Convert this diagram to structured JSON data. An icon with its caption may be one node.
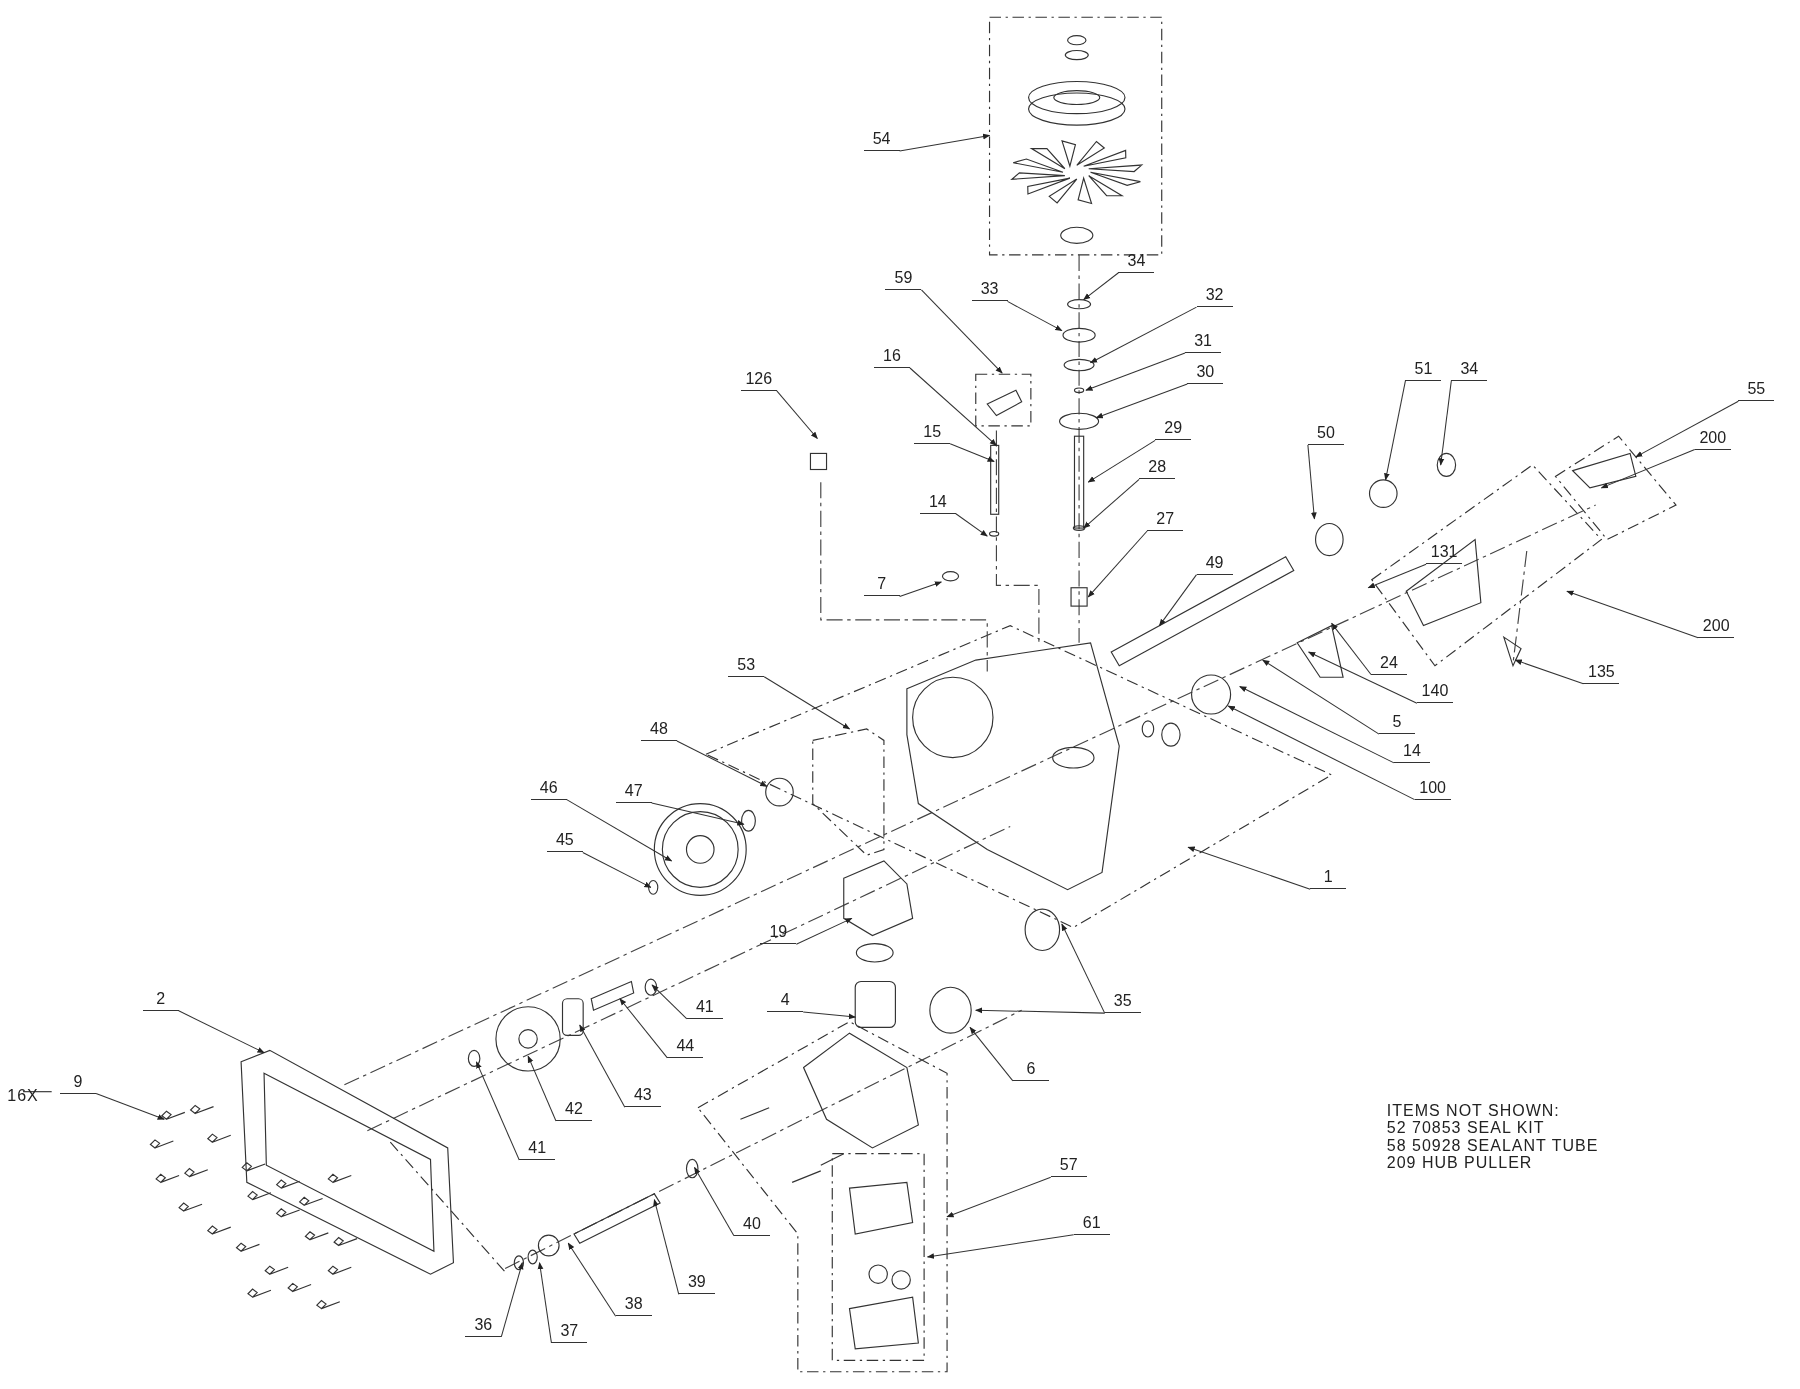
{
  "diagram": {
    "nodes": [
      {
        "text": [
          "54"
        ]
      },
      {
        "text": [
          "34"
        ]
      },
      {
        "text": [
          "59"
        ]
      },
      {
        "text": [
          "33"
        ]
      },
      {
        "text": [
          "32"
        ]
      },
      {
        "text": [
          "31"
        ]
      },
      {
        "text": [
          "16"
        ]
      },
      {
        "text": [
          "126"
        ]
      },
      {
        "text": [
          "34"
        ]
      },
      {
        "text": [
          "51"
        ]
      },
      {
        "text": [
          "30"
        ]
      },
      {
        "text": [
          "55"
        ]
      },
      {
        "text": [
          "29"
        ]
      },
      {
        "text": [
          "15"
        ]
      },
      {
        "text": [
          "200"
        ]
      },
      {
        "text": [
          "50"
        ]
      },
      {
        "text": [
          "28"
        ]
      },
      {
        "text": [
          "14"
        ]
      },
      {
        "text": [
          "27"
        ]
      },
      {
        "text": [
          "131"
        ]
      },
      {
        "text": [
          "49"
        ]
      },
      {
        "text": [
          "7"
        ]
      },
      {
        "text": [
          "200"
        ]
      },
      {
        "text": [
          "24"
        ]
      },
      {
        "text": [
          "53"
        ]
      },
      {
        "text": [
          "135"
        ]
      },
      {
        "text": [
          "140"
        ]
      },
      {
        "text": [
          "5"
        ]
      },
      {
        "text": [
          "48"
        ]
      },
      {
        "text": [
          "14"
        ]
      },
      {
        "text": [
          "46"
        ]
      },
      {
        "text": [
          "47"
        ]
      },
      {
        "text": [
          "100"
        ]
      },
      {
        "text": [
          "45"
        ]
      },
      {
        "text": [
          "1"
        ]
      },
      {
        "text": [
          "19"
        ]
      },
      {
        "text": [
          "2"
        ]
      },
      {
        "text": [
          "4"
        ]
      },
      {
        "text": [
          "35"
        ]
      },
      {
        "text": [
          "41"
        ]
      },
      {
        "text": [
          "44"
        ]
      },
      {
        "text": [
          "6"
        ]
      },
      {
        "text": [
          "9"
        ]
      },
      {
        "text": [
          "43"
        ]
      },
      {
        "text": [
          "42"
        ]
      },
      {
        "text": [
          "41"
        ]
      },
      {
        "text": [
          "57"
        ]
      },
      {
        "text": [
          "40"
        ]
      },
      {
        "text": [
          "61"
        ]
      },
      {
        "text": [
          "39"
        ]
      },
      {
        "text": [
          "38"
        ]
      },
      {
        "text": [
          "36"
        ]
      },
      {
        "text": [
          "37"
        ]
      }
    ],
    "edges": [
      {
        "from": 0,
        "to": null,
        "arrow": "to"
      },
      {
        "from": 1,
        "to": null,
        "arrow": "to"
      },
      {
        "from": 2,
        "to": null,
        "arrow": "to"
      },
      {
        "from": 3,
        "to": null,
        "arrow": "to"
      },
      {
        "from": 4,
        "to": null,
        "arrow": "to"
      },
      {
        "from": 5,
        "to": null,
        "arrow": "to"
      },
      {
        "from": 6,
        "to": null,
        "arrow": "to"
      },
      {
        "from": 7,
        "to": null,
        "arrow": "to"
      },
      {
        "from": 8,
        "to": null,
        "arrow": "to"
      },
      {
        "from": 9,
        "to": null,
        "arrow": "to"
      },
      {
        "from": 10,
        "to": null,
        "arrow": "to"
      },
      {
        "from": 11,
        "to": null,
        "arrow": "to"
      },
      {
        "from": 12,
        "to": null,
        "arrow": "to"
      },
      {
        "from": 13,
        "to": null,
        "arrow": "to"
      },
      {
        "from": 14,
        "to": null,
        "arrow": "to"
      },
      {
        "from": 15,
        "to": null,
        "arrow": "to"
      },
      {
        "from": 16,
        "to": null,
        "arrow": "to"
      },
      {
        "from": 17,
        "to": null,
        "arrow": "to"
      },
      {
        "from": 18,
        "to": null,
        "arrow": "to"
      },
      {
        "from": 19,
        "to": null,
        "arrow": "to"
      },
      {
        "from": 20,
        "to": null,
        "arrow": "to"
      },
      {
        "from": 21,
        "to": null,
        "arrow": "to"
      },
      {
        "from": 22,
        "to": null,
        "arrow": "to"
      },
      {
        "from": 23,
        "to": null,
        "arrow": "to"
      },
      {
        "from": 24,
        "to": null,
        "arrow": "to"
      },
      {
        "from": 25,
        "to": null,
        "arrow": "to"
      },
      {
        "from": 26,
        "to": null,
        "arrow": "to"
      },
      {
        "from": 27,
        "to": null,
        "arrow": "to"
      },
      {
        "from": 28,
        "to": null,
        "arrow": "to"
      },
      {
        "from": 29,
        "to": null,
        "arrow": "to"
      },
      {
        "from": 30,
        "to": null,
        "arrow": "to"
      },
      {
        "from": 31,
        "to": null,
        "arrow": "to"
      },
      {
        "from": 32,
        "to": null,
        "arrow": "to"
      },
      {
        "from": 33,
        "to": null,
        "arrow": "to"
      },
      {
        "from": 34,
        "to": null,
        "arrow": "to"
      },
      {
        "from": 35,
        "to": null,
        "arrow": "to"
      },
      {
        "from": 36,
        "to": null,
        "arrow": "to"
      },
      {
        "from": 37,
        "to": null,
        "arrow": "to"
      },
      {
        "from": 38,
        "to": null,
        "arrow": "to"
      },
      {
        "from": 38,
        "to": null,
        "arrow": "to"
      },
      {
        "from": 39,
        "to": null,
        "arrow": "to"
      },
      {
        "from": 40,
        "to": null,
        "arrow": "to"
      },
      {
        "from": 41,
        "to": null,
        "arrow": "to"
      },
      {
        "from": 42,
        "to": null,
        "arrow": "to"
      },
      {
        "from": 43,
        "to": null,
        "arrow": "to"
      },
      {
        "from": 44,
        "to": null,
        "arrow": "to"
      },
      {
        "from": 45,
        "to": null,
        "arrow": "to"
      },
      {
        "from": 46,
        "to": null,
        "arrow": "to"
      },
      {
        "from": 47,
        "to": null,
        "arrow": "to"
      },
      {
        "from": 48,
        "to": null,
        "arrow": "to"
      },
      {
        "from": 49,
        "to": null,
        "arrow": "to"
      },
      {
        "from": 50,
        "to": null,
        "arrow": "to"
      },
      {
        "from": 51,
        "to": null,
        "arrow": "to"
      },
      {
        "from": 52,
        "to": null,
        "arrow": "to"
      }
    ],
    "labels": [
      "16X",
      "ITEMS NOT SHOWN:",
      "52 70853 SEAL KIT",
      "58 50928 SEALANT TUBE",
      "209 HUB PULLER"
    ]
  }
}
